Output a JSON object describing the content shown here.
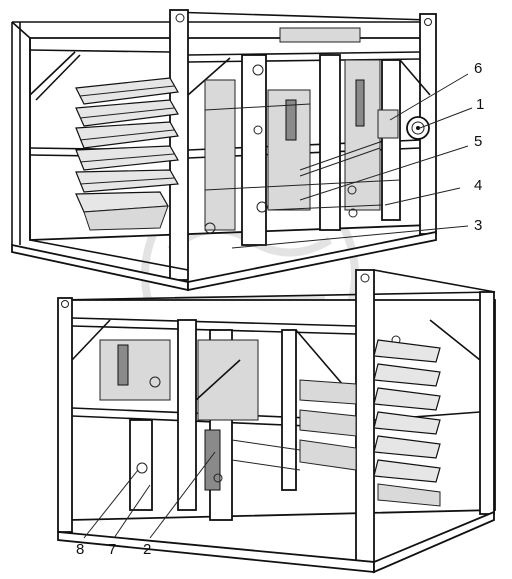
{
  "figure": {
    "callouts_top": [
      {
        "id": "c6",
        "text": "6"
      },
      {
        "id": "c1",
        "text": "1"
      },
      {
        "id": "c5",
        "text": "5"
      },
      {
        "id": "c4",
        "text": "4"
      },
      {
        "id": "c3",
        "text": "3"
      }
    ],
    "callouts_bottom": [
      {
        "id": "c8",
        "text": "8"
      },
      {
        "id": "c7",
        "text": "7"
      },
      {
        "id": "c2",
        "text": "2"
      }
    ]
  }
}
